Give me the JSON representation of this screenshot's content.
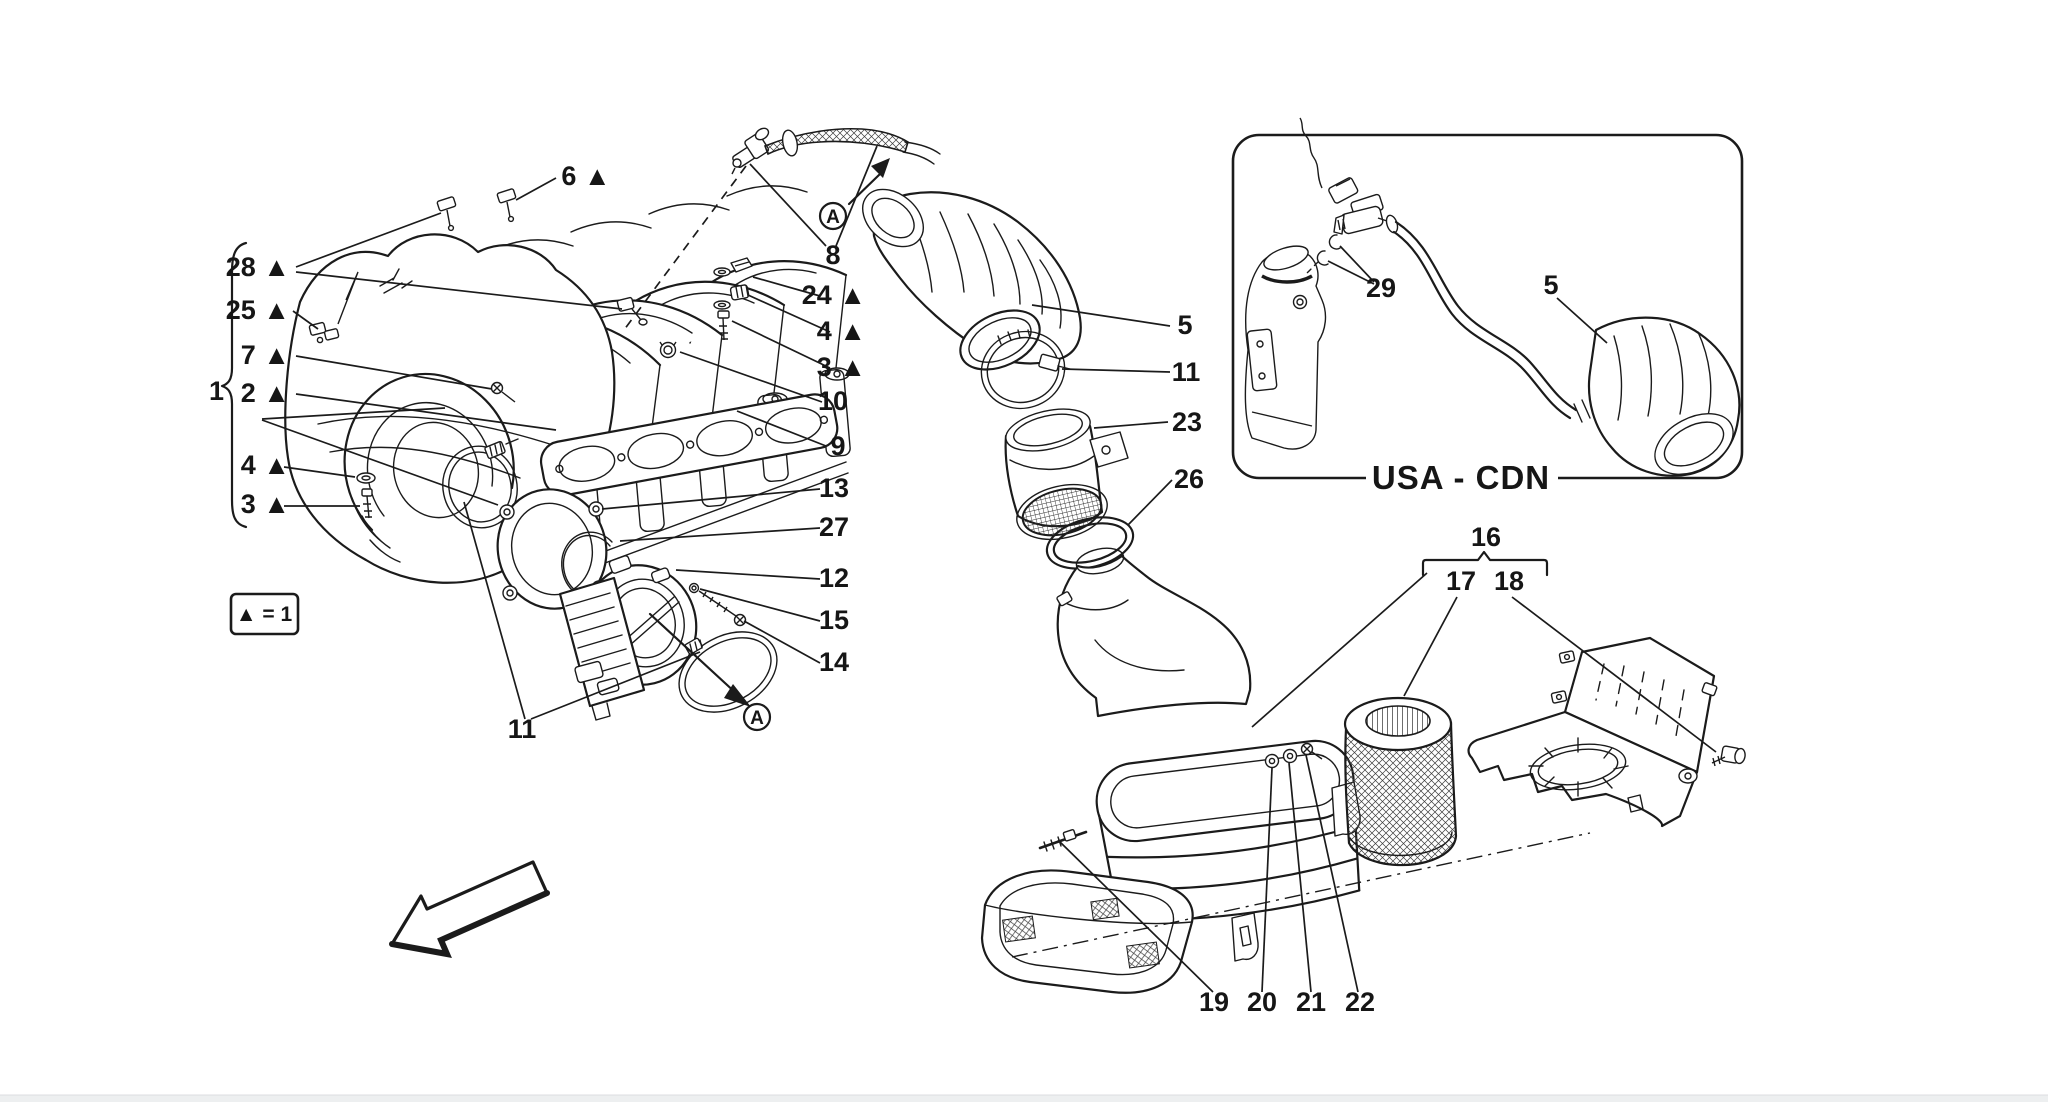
{
  "page": {
    "background": "#ffffff",
    "footer_bar_color": "#edeff0",
    "line_color": "#1b1b1b"
  },
  "legend": {
    "text": "▲ = 1"
  },
  "inset": {
    "title": "USA - CDN"
  },
  "markers": {
    "direction_a_top": "A",
    "direction_a_bottom": "A"
  },
  "callouts": {
    "c28": {
      "text": "28 ▲"
    },
    "c25": {
      "text": "25 ▲"
    },
    "c7": {
      "text": "7 ▲"
    },
    "c2": {
      "text": "2 ▲"
    },
    "c4L": {
      "text": "4 ▲"
    },
    "c3L": {
      "text": "3 ▲"
    },
    "c1": {
      "text": "1"
    },
    "c6": {
      "text": "6 ▲"
    },
    "c8": {
      "text": "8"
    },
    "c24": {
      "text": "24 ▲"
    },
    "c4R": {
      "text": "4 ▲"
    },
    "c3R": {
      "text": "3 ▲"
    },
    "c10": {
      "text": "10"
    },
    "c9": {
      "text": "9"
    },
    "c13": {
      "text": "13"
    },
    "c27": {
      "text": "27"
    },
    "c12": {
      "text": "12"
    },
    "c15": {
      "text": "15"
    },
    "c14": {
      "text": "14"
    },
    "c11L": {
      "text": "11"
    },
    "c5": {
      "text": "5"
    },
    "c11C": {
      "text": "11"
    },
    "c23": {
      "text": "23"
    },
    "c26": {
      "text": "26"
    },
    "c19": {
      "text": "19"
    },
    "c20": {
      "text": "20"
    },
    "c21": {
      "text": "21"
    },
    "c22": {
      "text": "22"
    },
    "c16": {
      "text": "16"
    },
    "c17": {
      "text": "17"
    },
    "c18": {
      "text": "18"
    },
    "c29": {
      "text": "29"
    },
    "c5i": {
      "text": "5"
    }
  }
}
